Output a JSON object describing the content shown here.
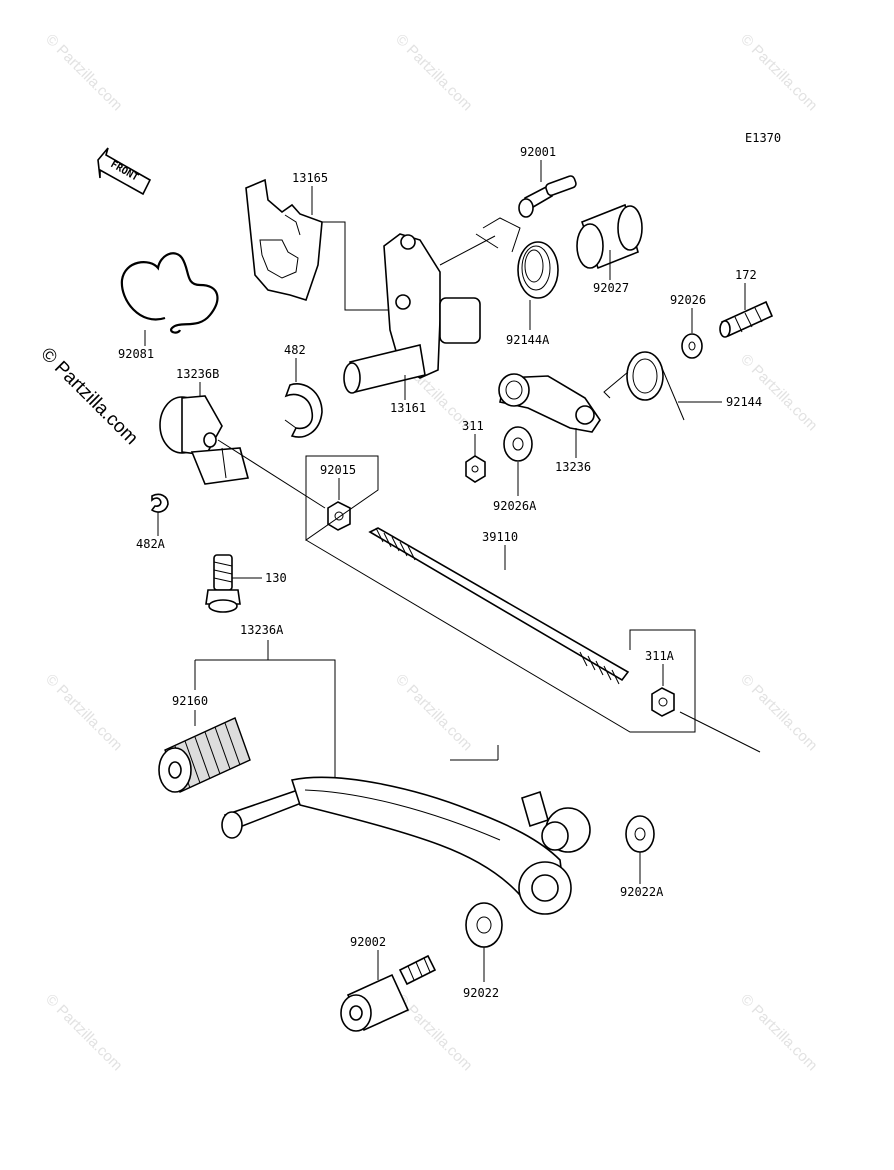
{
  "diagram_code": "E1370",
  "front_label": "FRONT",
  "watermark": "© Partzilla.com",
  "parts": {
    "p13165": "13165",
    "p92001": "92001",
    "p92027": "92027",
    "p92144A": "92144A",
    "p13161": "13161",
    "p92081": "92081",
    "p482": "482",
    "p13236B": "13236B",
    "p172": "172",
    "p92026": "92026",
    "p92144": "92144",
    "p311": "311",
    "p13236": "13236",
    "p92026A": "92026A",
    "p92015": "92015",
    "p39110": "39110",
    "p482A": "482A",
    "p130": "130",
    "p13236A": "13236A",
    "p311A": "311A",
    "p92160": "92160",
    "p92022A": "92022A",
    "p92002": "92002",
    "p92022": "92022"
  }
}
